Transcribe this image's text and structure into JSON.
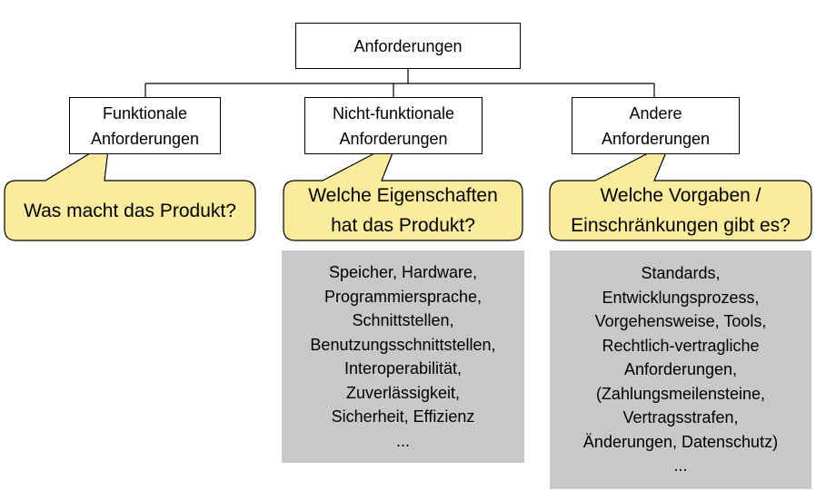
{
  "colors": {
    "bubble_fill": "#fbeb9d",
    "bubble_stroke": "#000000",
    "detail_fill": "#c8c8c8",
    "box_stroke": "#000000"
  },
  "root": {
    "label": "Anforderungen"
  },
  "categories": [
    {
      "id": "funktional",
      "label_lines": [
        "Funktionale",
        "Anforderungen"
      ],
      "question_lines": [
        "Was macht das Produkt?"
      ],
      "details": []
    },
    {
      "id": "nicht-funktional",
      "label_lines": [
        "Nicht-funktionale",
        "Anforderungen"
      ],
      "question_lines": [
        "Welche Eigenschaften",
        "hat das Produkt?"
      ],
      "details": [
        "Speicher, Hardware,",
        "Programmiersprache,",
        "Schnittstellen,",
        "Benutzungsschnittstellen,",
        "Interoperabilität,",
        "Zuverlässigkeit,",
        "Sicherheit, Effizienz",
        "..."
      ]
    },
    {
      "id": "andere",
      "label_lines": [
        "Andere",
        "Anforderungen"
      ],
      "question_lines": [
        "Welche Vorgaben /",
        "Einschränkungen gibt es?"
      ],
      "details": [
        "Standards,",
        "Entwicklungsprozess,",
        "Vorgehensweise, Tools,",
        "Rechtlich-vertragliche",
        "Anforderungen,",
        "(Zahlungsmeilensteine,",
        "Vertragsstrafen,",
        "Änderungen, Datenschutz)",
        "..."
      ]
    }
  ]
}
